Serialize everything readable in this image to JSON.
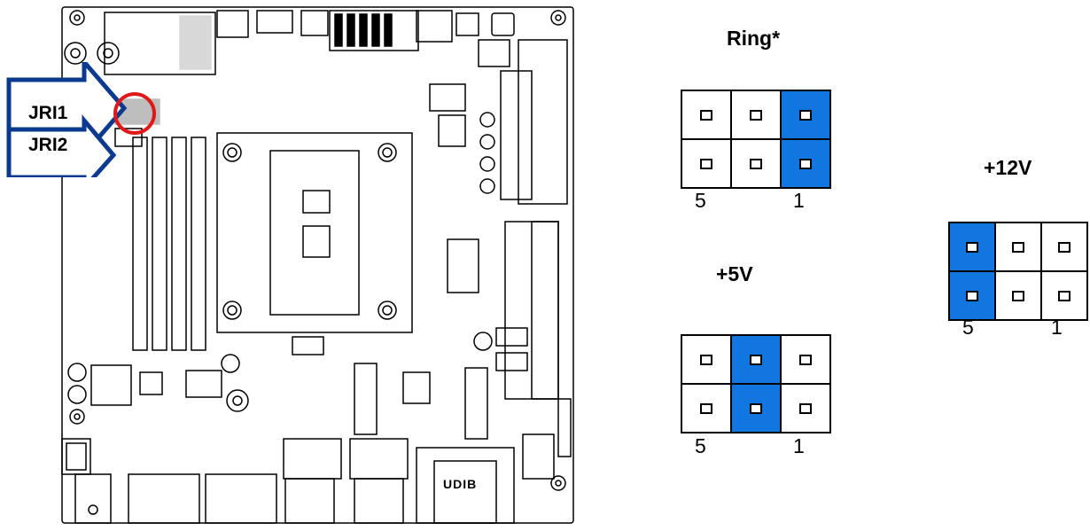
{
  "board": {
    "callouts": [
      "JRI1",
      "JRI2"
    ],
    "silkscreen_text": "UDIB"
  },
  "jumpers": [
    {
      "title": "Ring*",
      "pin_left": "5",
      "pin_right": "1",
      "top_row": [
        false,
        false,
        true
      ],
      "bottom_row": [
        false,
        false,
        true
      ]
    },
    {
      "title": "+5V",
      "pin_left": "5",
      "pin_right": "1",
      "top_row": [
        false,
        true,
        false
      ],
      "bottom_row": [
        false,
        true,
        false
      ]
    },
    {
      "title": "+12V",
      "pin_left": "5",
      "pin_right": "1",
      "top_row": [
        true,
        false,
        false
      ],
      "bottom_row": [
        true,
        false,
        false
      ]
    }
  ],
  "colors": {
    "highlight": "#1176e0",
    "callout_border": "#0b3a8f",
    "marker": "#e01818"
  }
}
